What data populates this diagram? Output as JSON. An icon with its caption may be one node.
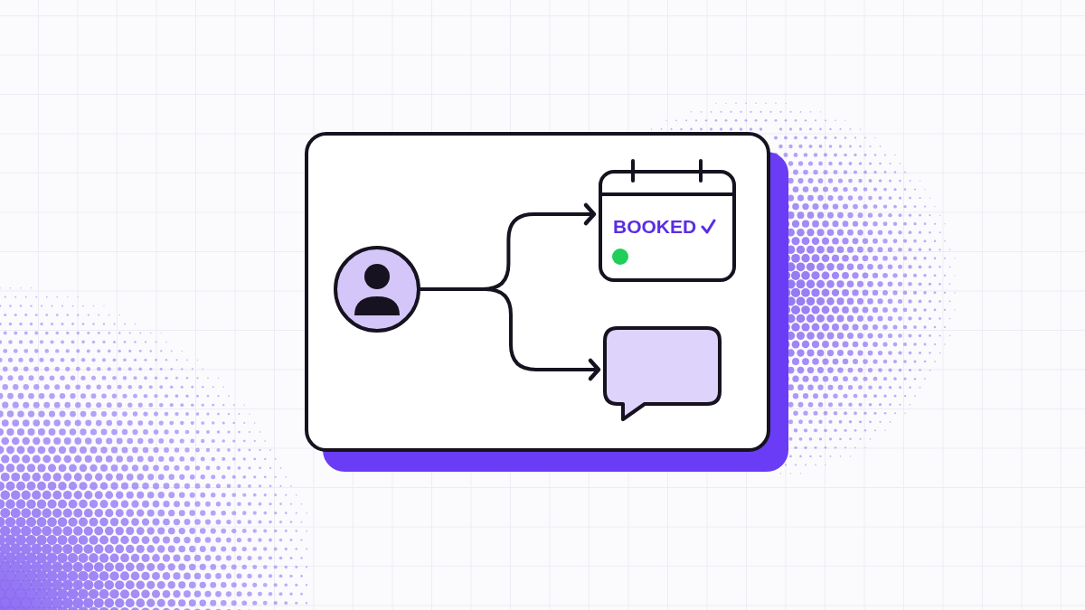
{
  "diagram": {
    "nodes": [
      {
        "text": [],
        "shape": "box"
      },
      {
        "text": [],
        "shape": "person",
        "in": 0
      },
      {
        "text": [
          "BOOKED"
        ],
        "in": 0
      },
      {
        "text": [],
        "shape": "bubble",
        "in": 0
      }
    ],
    "edges": [
      {
        "from": 1,
        "to": 2,
        "arrow": "to"
      },
      {
        "from": 1,
        "to": 3,
        "arrow": "to"
      }
    ]
  }
}
